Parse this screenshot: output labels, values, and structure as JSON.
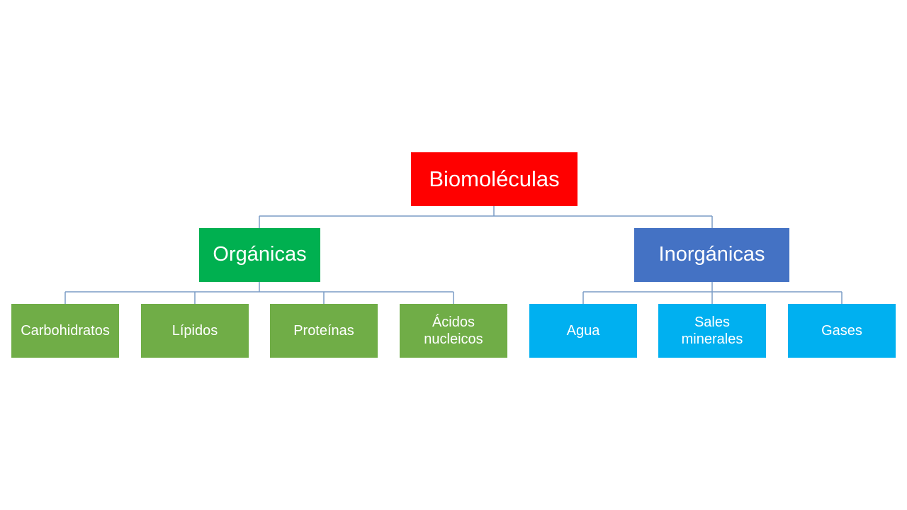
{
  "diagram": {
    "root": {
      "label": "Biomoléculas",
      "color": "#ff0000"
    },
    "groups": [
      {
        "label": "Orgánicas",
        "color": "#00b050",
        "leaf_color": "#70ad47",
        "children": [
          "Carbohidratos",
          "Lípidos",
          "Proteínas",
          "Ácidos\nnucleicos"
        ]
      },
      {
        "label": "Inorgánicas",
        "color": "#4472c4",
        "leaf_color": "#00b0f0",
        "children": [
          "Agua",
          "Sales\nminerales",
          "Gases"
        ]
      }
    ],
    "connector_color": "#7a9cc6"
  }
}
